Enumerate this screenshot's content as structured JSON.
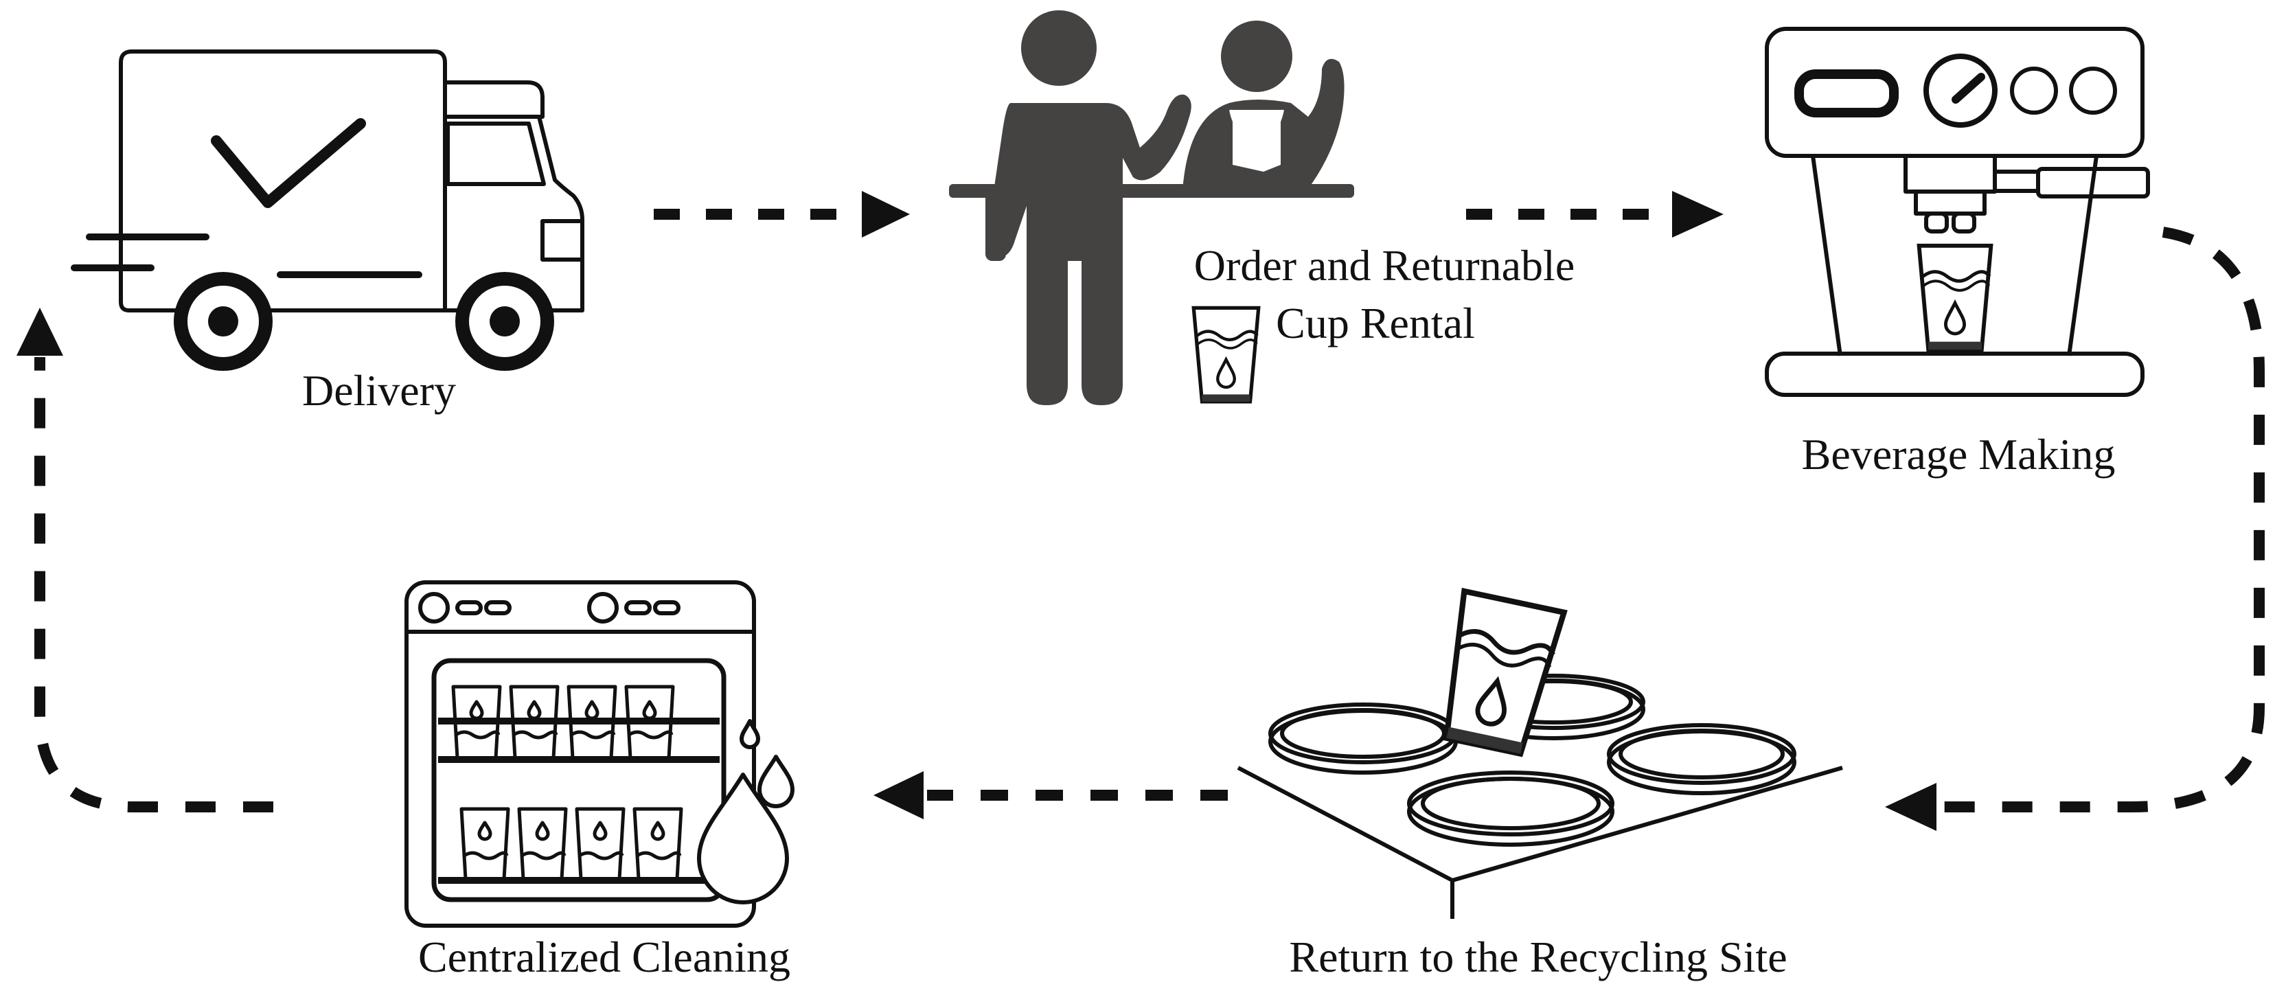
{
  "diagram": {
    "steps": [
      {
        "id": "delivery",
        "label": "Delivery",
        "icon": "delivery-truck-icon"
      },
      {
        "id": "order",
        "label_line1": "Order and Returnable",
        "label_line2": "Cup Rental",
        "icon": "counter-service-icon",
        "cup_icon": "returnable-cup-icon"
      },
      {
        "id": "beverage",
        "label": "Beverage Making",
        "icon": "espresso-machine-icon"
      },
      {
        "id": "return",
        "label": "Return to the Recycling Site",
        "icon": "recycling-rack-icon"
      },
      {
        "id": "cleaning",
        "label": "Centralized Cleaning",
        "icon": "dishwasher-icon"
      }
    ],
    "flow": [
      "Delivery",
      "Order and Returnable Cup Rental",
      "Beverage Making",
      "Return to the Recycling Site",
      "Centralized Cleaning",
      "Delivery"
    ],
    "colors": {
      "stroke": "#111111",
      "figure": "#454242",
      "background": "#ffffff"
    }
  }
}
